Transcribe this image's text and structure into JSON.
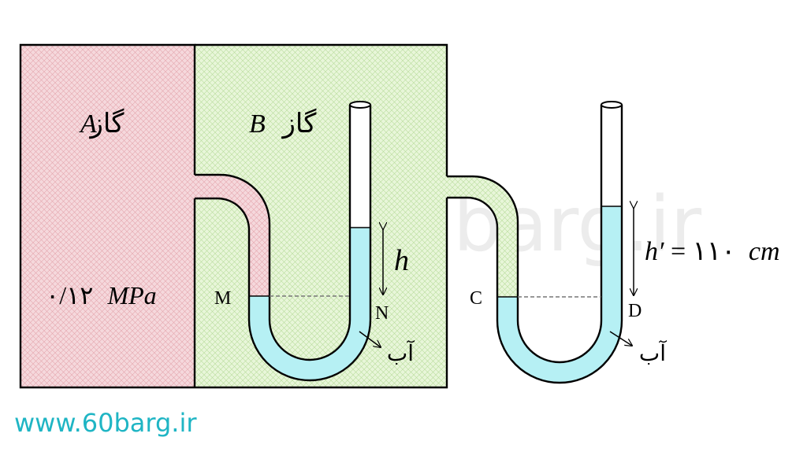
{
  "gas_a": {
    "label": "گاز",
    "symbol": "A",
    "pressure_value": "۰/۱۲",
    "pressure_unit": "MPa"
  },
  "gas_b": {
    "label": "گاز",
    "symbol": "B"
  },
  "manometer_1": {
    "left_point": "M",
    "right_point": "N",
    "height_label": "h",
    "liquid_label": "آب"
  },
  "manometer_2": {
    "left_point": "C",
    "right_point": "D",
    "height_symbol": "h′",
    "height_value": "= ۱۱۰",
    "height_unit": "cm",
    "liquid_label": "آب"
  },
  "watermark": {
    "bg_text": "barg.ir",
    "url": "www.60barg.ir"
  },
  "colors": {
    "gas_a": "#f4d6da",
    "gas_b": "#e6f5d6",
    "water": "#b6f0f4",
    "outline": "#000000",
    "watermark": "#1fb5c4"
  },
  "icons": [
    "arrow-icon"
  ]
}
